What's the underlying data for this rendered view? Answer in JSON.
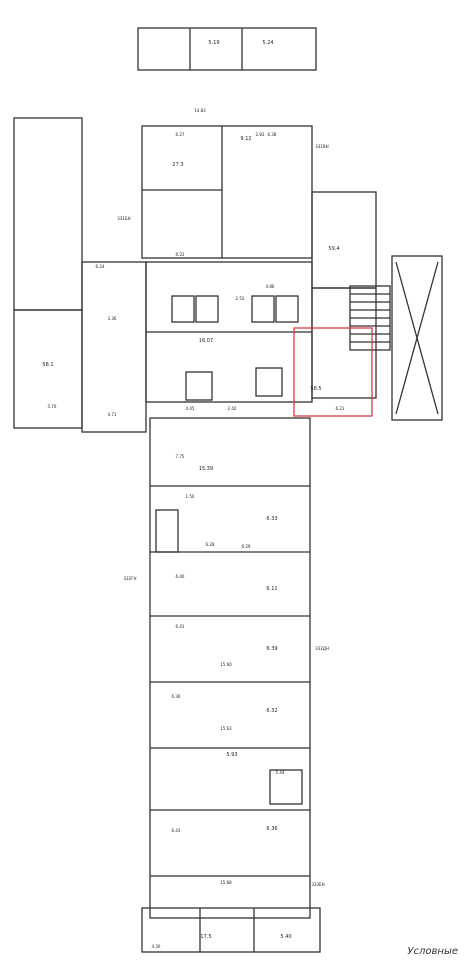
{
  "plan": {
    "legend_label": "Условные",
    "highlight_color": "#d9302c",
    "line_color": "#333333",
    "rooms": [
      {
        "id": "top-left-stair",
        "label": "5.19"
      },
      {
        "id": "top-right-stair",
        "label": "5.24"
      },
      {
        "id": "upper-main",
        "label": "9.12"
      },
      {
        "id": "upper-left",
        "label": "27.3"
      },
      {
        "id": "left-wing",
        "label": "58.1"
      },
      {
        "id": "center-corridor",
        "label": "16.07"
      },
      {
        "id": "right-wing-room",
        "label": "59.4"
      },
      {
        "id": "highlighted-room",
        "label": "58.5"
      },
      {
        "id": "hall-big",
        "label": "15.39"
      },
      {
        "id": "room-row-1",
        "label": "6.33"
      },
      {
        "id": "room-row-2",
        "label": "6.11"
      },
      {
        "id": "room-row-3",
        "label": "6.39"
      },
      {
        "id": "room-row-4",
        "label": "6.32"
      },
      {
        "id": "room-row-5",
        "label": "5.93"
      },
      {
        "id": "room-row-6",
        "label": "6.36"
      },
      {
        "id": "bottom-left-stair",
        "label": "17.5"
      },
      {
        "id": "bottom-right-stair",
        "label": "5.40"
      }
    ],
    "dims": [
      "14.83",
      "6.27",
      "2.83",
      "6.38",
      "6.22",
      "6.24",
      "2.52",
      "4.86",
      "6.21",
      "4.71",
      "4.45",
      "2.42",
      "3.36",
      "5.70",
      "7.75",
      "1.50",
      "6.28",
      "6.29",
      "6.40",
      "6.41",
      "15.60",
      "6.36",
      "15.63",
      "5.44",
      "6.43",
      "15.68",
      "4.30"
    ],
    "axis_marks": [
      "331БН",
      "331ВН",
      "332ГН",
      "332ДН",
      "333ЕН"
    ]
  }
}
